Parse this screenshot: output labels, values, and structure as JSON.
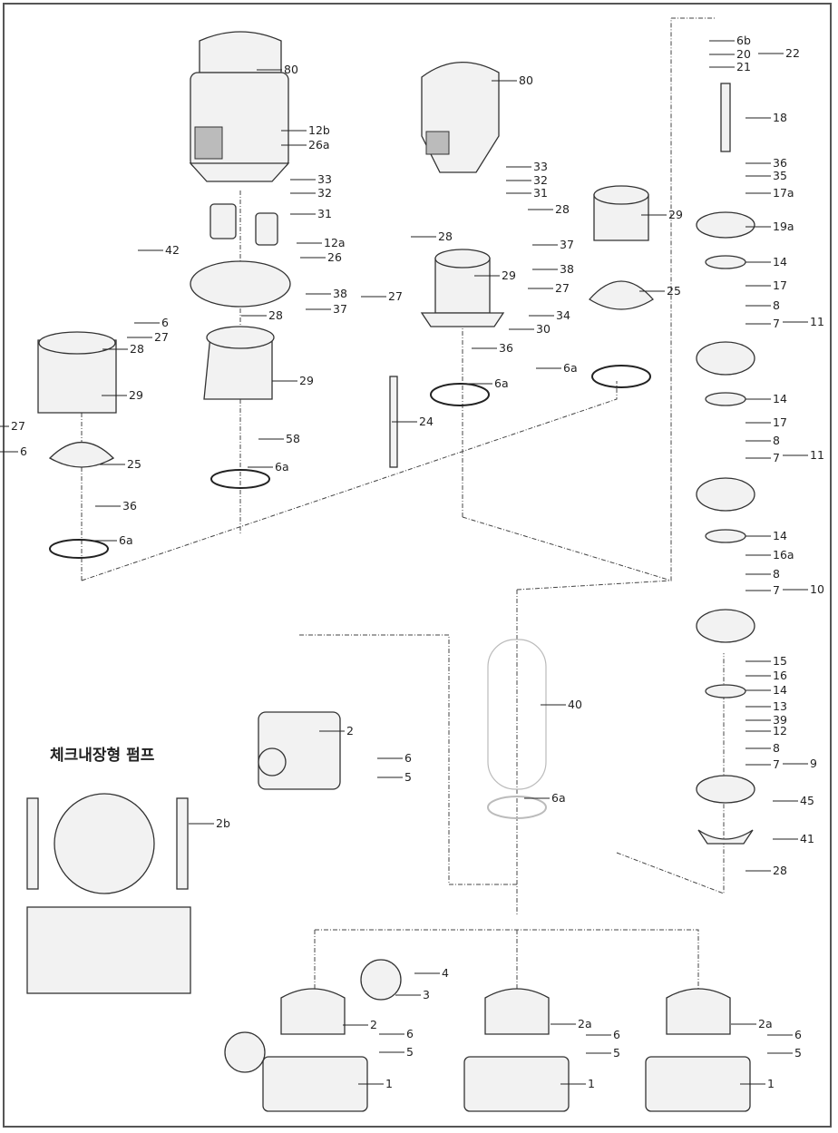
{
  "title": "체크내장형 펌프",
  "labels": [
    "80",
    "12b",
    "26a",
    "33",
    "32",
    "31",
    "42",
    "28",
    "6",
    "27",
    "28",
    "29",
    "29",
    "27",
    "6",
    "25",
    "58",
    "6a",
    "36",
    "6a",
    "80",
    "33",
    "32",
    "31",
    "28",
    "12a",
    "26",
    "29",
    "37",
    "38",
    "27",
    "38",
    "37",
    "27",
    "34",
    "30",
    "36",
    "6a",
    "24",
    "28",
    "29",
    "25",
    "6a",
    "6b",
    "20",
    "21",
    "22",
    "18",
    "36",
    "35",
    "17a",
    "19a",
    "14",
    "17",
    "8",
    "7",
    "11",
    "14",
    "17",
    "8",
    "7",
    "11",
    "14",
    "16a",
    "8",
    "7",
    "10",
    "15",
    "16",
    "14",
    "13",
    "39",
    "12",
    "8",
    "7",
    "9",
    "45",
    "41",
    "28",
    "2",
    "6",
    "5",
    "40",
    "6a",
    "2b",
    "4",
    "3",
    "2",
    "6",
    "5",
    "1",
    "2a",
    "6",
    "5",
    "1",
    "2a",
    "6",
    "5",
    "1"
  ]
}
